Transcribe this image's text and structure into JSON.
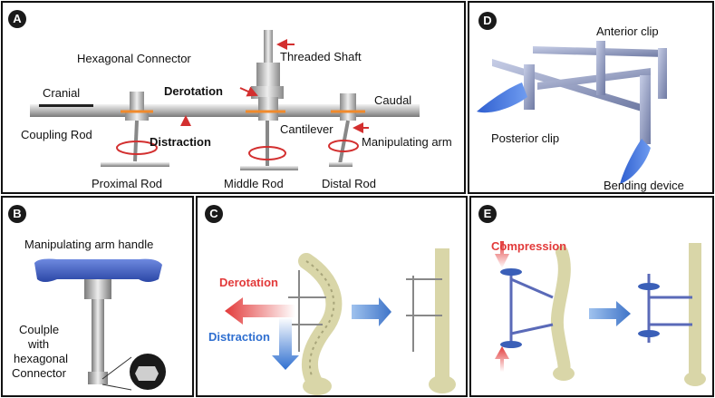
{
  "panels": {
    "A": {
      "letter": "A",
      "labels": {
        "hex_connector": "Hexagonal Connector",
        "threaded_shaft": "Threaded Shaft",
        "cranial": "Cranial",
        "derotation": "Derotation",
        "caudal": "Caudal",
        "coupling_rod": "Coupling Rod",
        "cantilever": "Cantilever",
        "distraction": "Distraction",
        "manipulating_arm": "Manipulating arm",
        "proximal_rod": "Proximal Rod",
        "middle_rod": "Middle Rod",
        "distal_rod": "Distal Rod"
      }
    },
    "B": {
      "letter": "B",
      "labels": {
        "handle": "Manipulating arm handle",
        "couple_line1": "Coulple",
        "couple_line2": "with",
        "couple_line3": "hexagonal",
        "couple_line4": "Connector"
      }
    },
    "C": {
      "letter": "C",
      "labels": {
        "derotation": "Derotation",
        "distraction": "Distraction"
      }
    },
    "D": {
      "letter": "D",
      "labels": {
        "anterior_clip": "Anterior clip",
        "posterior_clip": "Posterior clip",
        "bending_device": "Bending device"
      }
    },
    "E": {
      "letter": "E",
      "labels": {
        "compression": "Compression"
      }
    }
  },
  "colors": {
    "red_arrow": "#e23a3a",
    "blue_arrow": "#2f6fd0",
    "handle_blue": "#3a5fb8",
    "orange_arrow": "#f08a2c",
    "bone": "#d9d6a8"
  }
}
